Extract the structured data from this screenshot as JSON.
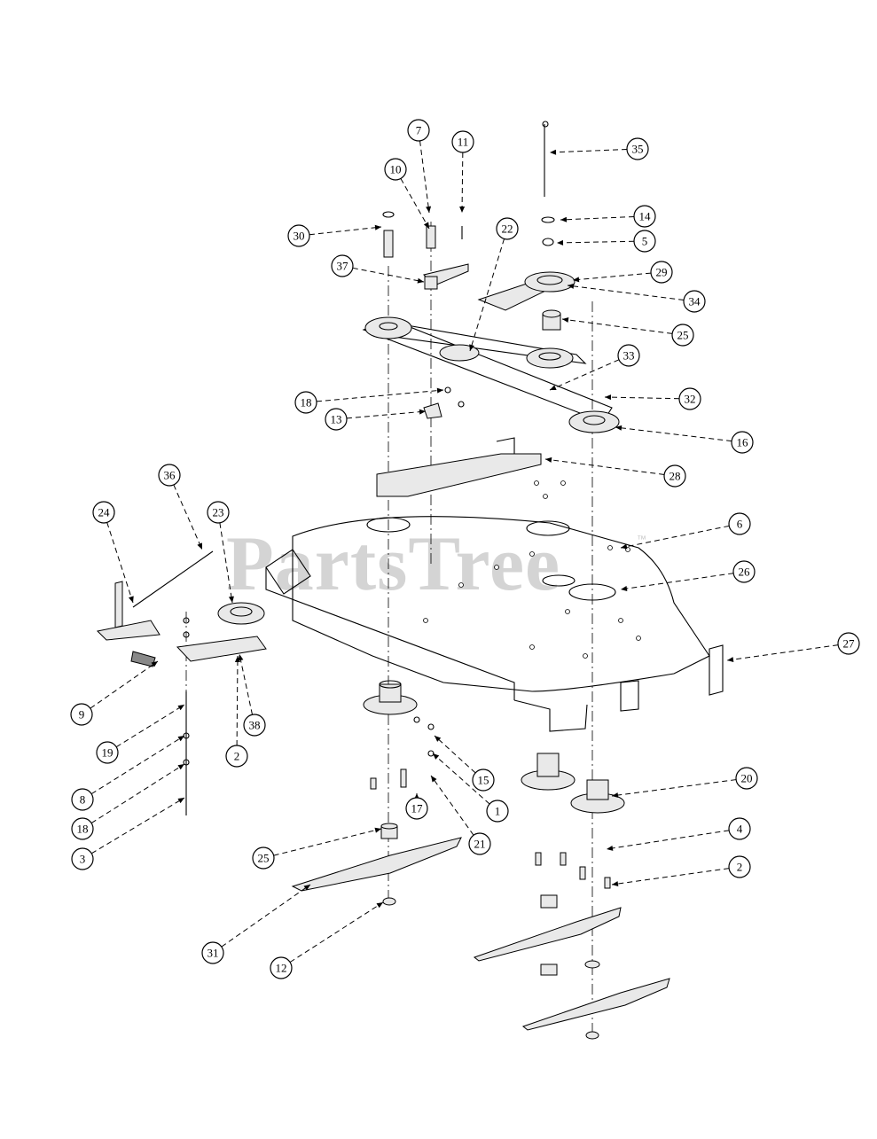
{
  "watermark": {
    "text": "PartsTree",
    "trademark": "™"
  },
  "callouts": [
    {
      "label": "7"
    },
    {
      "label": "11"
    },
    {
      "label": "35"
    },
    {
      "label": "10"
    },
    {
      "label": "30"
    },
    {
      "label": "14"
    },
    {
      "label": "5"
    },
    {
      "label": "37"
    },
    {
      "label": "22"
    },
    {
      "label": "29"
    },
    {
      "label": "34"
    },
    {
      "label": "25"
    },
    {
      "label": "33"
    },
    {
      "label": "18"
    },
    {
      "label": "13"
    },
    {
      "label": "32"
    },
    {
      "label": "16"
    },
    {
      "label": "28"
    },
    {
      "label": "36"
    },
    {
      "label": "23"
    },
    {
      "label": "24"
    },
    {
      "label": "6"
    },
    {
      "label": "26"
    },
    {
      "label": "27"
    },
    {
      "label": "9"
    },
    {
      "label": "38"
    },
    {
      "label": "19"
    },
    {
      "label": "2"
    },
    {
      "label": "8"
    },
    {
      "label": "18"
    },
    {
      "label": "3"
    },
    {
      "label": "15"
    },
    {
      "label": "17"
    },
    {
      "label": "1"
    },
    {
      "label": "21"
    },
    {
      "label": "20"
    },
    {
      "label": "4"
    },
    {
      "label": "2"
    },
    {
      "label": "25"
    },
    {
      "label": "31"
    },
    {
      "label": "12"
    }
  ]
}
